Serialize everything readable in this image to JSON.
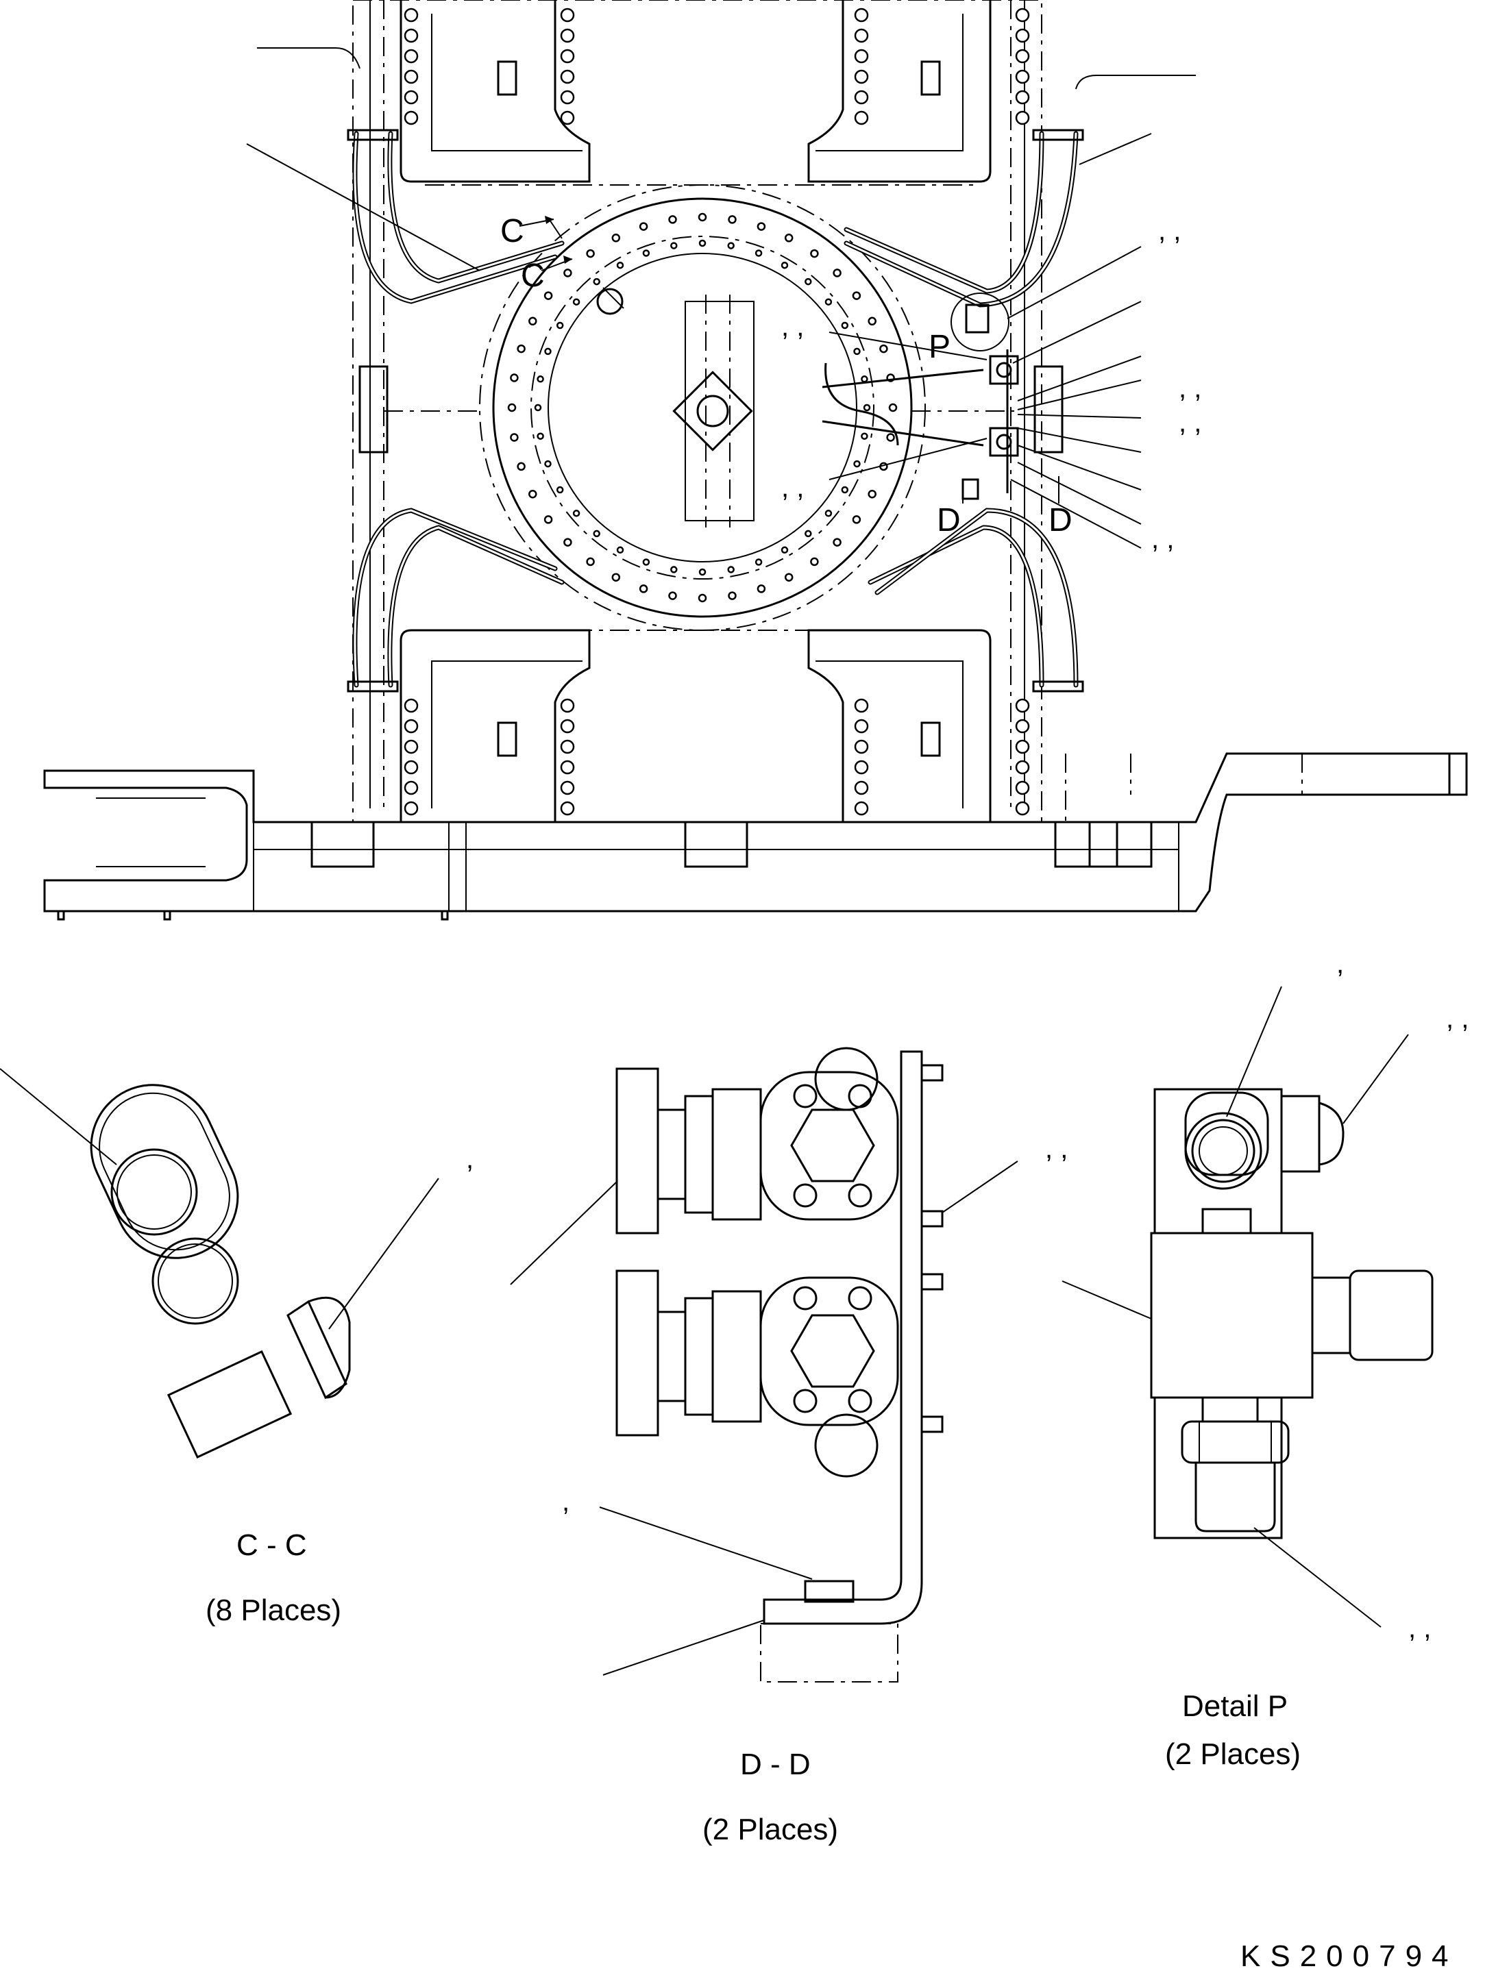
{
  "main_view": {
    "section_c_markers": [
      "C",
      "C"
    ],
    "section_d_markers": [
      "D",
      "D"
    ],
    "detail_p_marker": "P",
    "leader_commas": [
      ", ,",
      ", ,",
      ", ,",
      ",   ,",
      ",   ,",
      ", ,"
    ]
  },
  "section_cc": {
    "title": "C - C",
    "places": "(8 Places)",
    "leader_commas": [
      ","
    ]
  },
  "section_dd": {
    "title": "D - D",
    "places": "(2 Places)",
    "leader_commas": [
      ",   ,",
      ","
    ]
  },
  "detail_p": {
    "title": "Detail P",
    "places": "(2 Places)",
    "leader_commas": [
      ",",
      ",   ,",
      ",   ,"
    ]
  },
  "drawing_number": "KS200794"
}
